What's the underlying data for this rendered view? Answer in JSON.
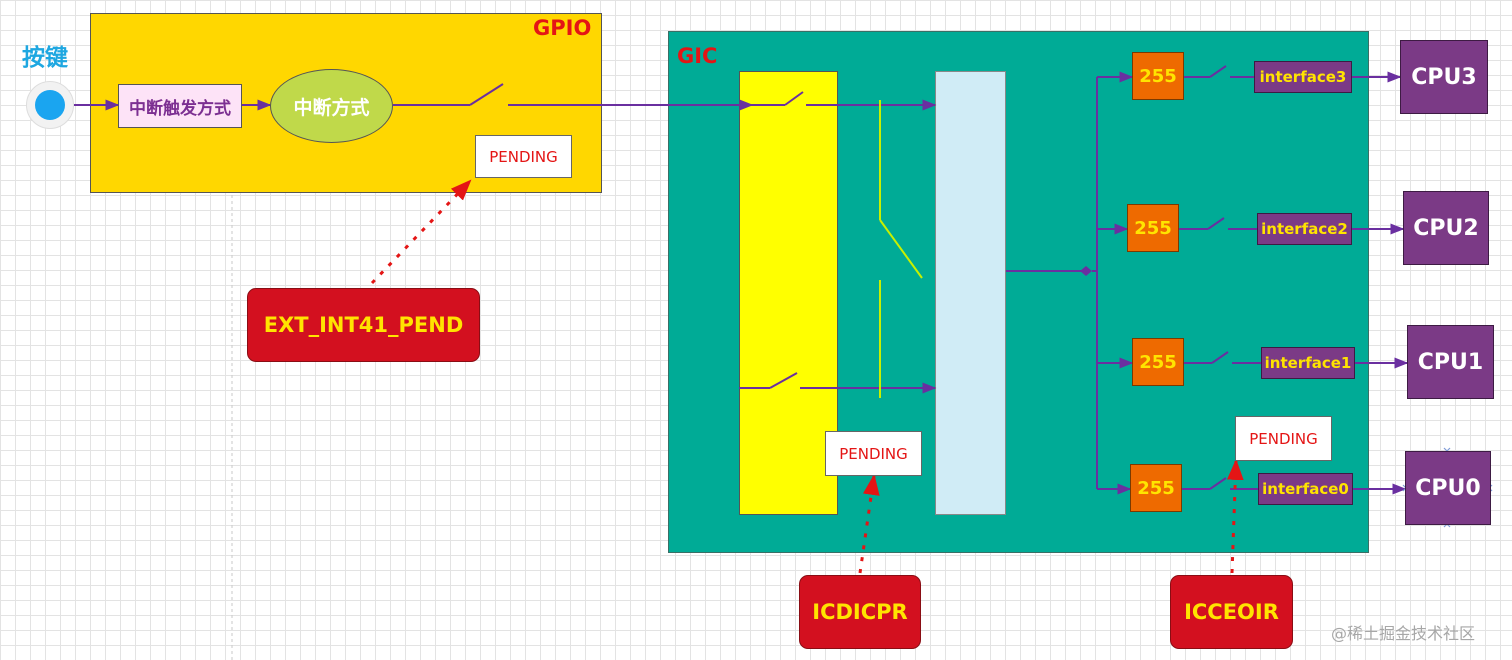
{
  "key_label": "按键",
  "gpio": {
    "title": "GPIO",
    "trigger_mode": "中断触发方式",
    "interrupt_mode": "中断方式",
    "pending": "PENDING"
  },
  "gic": {
    "title": "GIC",
    "pending": "PENDING",
    "cpu0_pending": "PENDING"
  },
  "registers": {
    "ext_int": "EXT_INT41_PEND",
    "icdicpr": "ICDICPR",
    "icceoir": "ICCEOIR"
  },
  "priorities": [
    "255",
    "255",
    "255",
    "255"
  ],
  "interfaces": [
    "interface3",
    "interface2",
    "interface1",
    "interface0"
  ],
  "cpus": [
    "CPU3",
    "CPU2",
    "CPU1",
    "CPU0"
  ],
  "watermark": "@稀土掘金技术社区",
  "colors": {
    "gpio_fill": "#ffd700",
    "gic_fill": "#00ab96",
    "wire": "#6a2fa0",
    "register_fill": "#d3101f",
    "priority_fill": "#ee6a00",
    "cpu_fill": "#7b3a86"
  }
}
